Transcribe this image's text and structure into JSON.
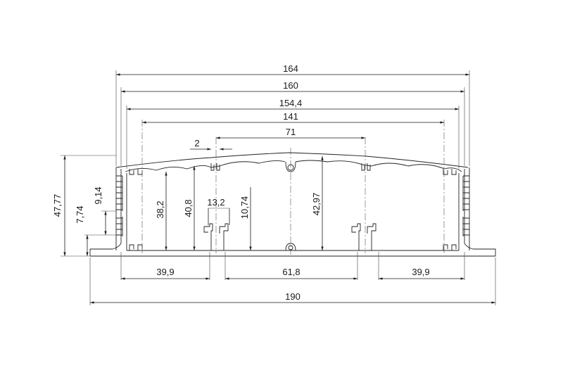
{
  "dimensions": {
    "top": [
      "164",
      "160",
      "154,4",
      "141",
      "71",
      "2"
    ],
    "vertical": [
      "47,77",
      "7,74",
      "9,14",
      "38,2",
      "40,8",
      "13,2",
      "10,74",
      "42,97"
    ],
    "bottom": [
      "39,9",
      "61,8",
      "39,9",
      "190"
    ]
  },
  "colors": {
    "line": "#1a1a1a",
    "background": "#ffffff"
  }
}
